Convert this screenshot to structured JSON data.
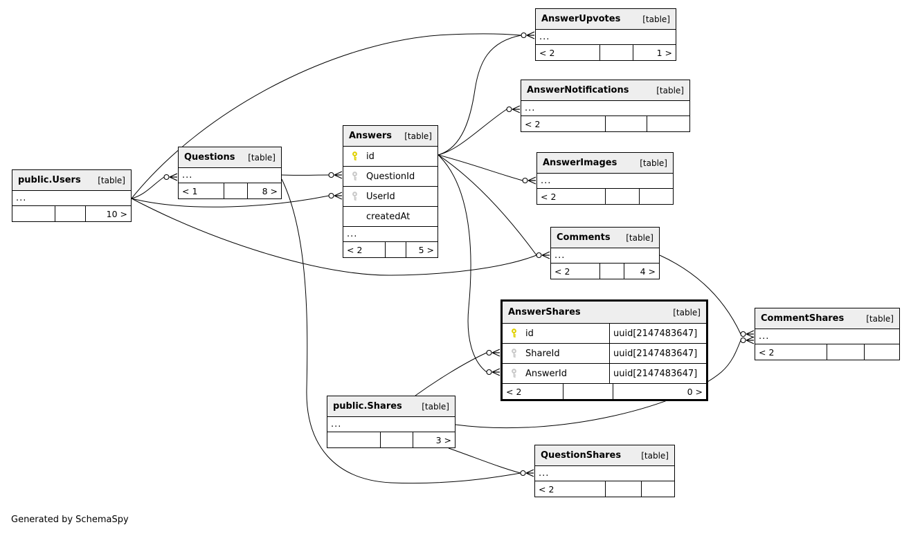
{
  "diagram": {
    "generator_note": "Generated by SchemaSpy",
    "tables": [
      {
        "id": "public_users",
        "name": "public.Users",
        "tag": "[table]",
        "emphasized": false,
        "rows": [
          {
            "name": "...",
            "icon": "none",
            "type": ""
          }
        ],
        "footer": [
          "",
          "",
          "10 >"
        ]
      },
      {
        "id": "questions",
        "name": "Questions",
        "tag": "[table]",
        "emphasized": false,
        "rows": [
          {
            "name": "...",
            "icon": "none",
            "type": ""
          }
        ],
        "footer": [
          "< 1",
          "",
          "8 >"
        ]
      },
      {
        "id": "answers",
        "name": "Answers",
        "tag": "[table]",
        "emphasized": false,
        "rows": [
          {
            "name": "id",
            "icon": "primary-key",
            "type": ""
          },
          {
            "name": "QuestionId",
            "icon": "foreign-key",
            "type": ""
          },
          {
            "name": "UserId",
            "icon": "foreign-key",
            "type": ""
          },
          {
            "name": "createdAt",
            "icon": "none",
            "type": ""
          },
          {
            "name": "...",
            "icon": "none",
            "type": ""
          }
        ],
        "footer": [
          "< 2",
          "",
          "5 >"
        ]
      },
      {
        "id": "answer_upvotes",
        "name": "AnswerUpvotes",
        "tag": "[table]",
        "emphasized": false,
        "rows": [
          {
            "name": "...",
            "icon": "none",
            "type": ""
          }
        ],
        "footer": [
          "< 2",
          "",
          "1 >"
        ]
      },
      {
        "id": "answer_notifications",
        "name": "AnswerNotifications",
        "tag": "[table]",
        "emphasized": false,
        "rows": [
          {
            "name": "...",
            "icon": "none",
            "type": ""
          }
        ],
        "footer": [
          "< 2",
          "",
          ""
        ]
      },
      {
        "id": "answer_images",
        "name": "AnswerImages",
        "tag": "[table]",
        "emphasized": false,
        "rows": [
          {
            "name": "...",
            "icon": "none",
            "type": ""
          }
        ],
        "footer": [
          "< 2",
          "",
          ""
        ]
      },
      {
        "id": "comments",
        "name": "Comments",
        "tag": "[table]",
        "emphasized": false,
        "rows": [
          {
            "name": "...",
            "icon": "none",
            "type": ""
          }
        ],
        "footer": [
          "< 2",
          "",
          "4 >"
        ]
      },
      {
        "id": "answer_shares",
        "name": "AnswerShares",
        "tag": "[table]",
        "emphasized": true,
        "rows": [
          {
            "name": "id",
            "icon": "primary-key",
            "type": "uuid[2147483647]"
          },
          {
            "name": "ShareId",
            "icon": "foreign-key",
            "type": "uuid[2147483647]"
          },
          {
            "name": "AnswerId",
            "icon": "foreign-key",
            "type": "uuid[2147483647]"
          }
        ],
        "footer": [
          "< 2",
          "",
          "0 >"
        ]
      },
      {
        "id": "comment_shares",
        "name": "CommentShares",
        "tag": "[table]",
        "emphasized": false,
        "rows": [
          {
            "name": "...",
            "icon": "none",
            "type": ""
          }
        ],
        "footer": [
          "< 2",
          "",
          ""
        ]
      },
      {
        "id": "public_shares",
        "name": "public.Shares",
        "tag": "[table]",
        "emphasized": false,
        "rows": [
          {
            "name": "...",
            "icon": "none",
            "type": ""
          }
        ],
        "footer": [
          "",
          "",
          "3 >"
        ]
      },
      {
        "id": "question_shares",
        "name": "QuestionShares",
        "tag": "[table]",
        "emphasized": false,
        "rows": [
          {
            "name": "...",
            "icon": "none",
            "type": ""
          }
        ],
        "footer": [
          "< 2",
          "",
          ""
        ]
      }
    ],
    "relationships": [
      {
        "parent": "public.Users",
        "child": "Questions"
      },
      {
        "parent": "public.Users",
        "child": "AnswerUpvotes"
      },
      {
        "parent": "public.Users",
        "child": "Answers",
        "child_column": "UserId"
      },
      {
        "parent": "public.Users",
        "child": "Comments"
      },
      {
        "parent": "Questions",
        "child": "Answers",
        "child_column": "QuestionId"
      },
      {
        "parent": "Questions",
        "child": "QuestionShares"
      },
      {
        "parent": "Answers",
        "child": "AnswerUpvotes"
      },
      {
        "parent": "Answers",
        "child": "AnswerNotifications"
      },
      {
        "parent": "Answers",
        "child": "AnswerImages"
      },
      {
        "parent": "Answers",
        "child": "Comments"
      },
      {
        "parent": "Answers",
        "child": "AnswerShares",
        "child_column": "AnswerId"
      },
      {
        "parent": "public.Shares",
        "child": "AnswerShares",
        "child_column": "ShareId"
      },
      {
        "parent": "public.Shares",
        "child": "CommentShares"
      },
      {
        "parent": "public.Shares",
        "child": "QuestionShares"
      },
      {
        "parent": "Comments",
        "child": "CommentShares"
      }
    ],
    "colors": {
      "header_fill": "#eeeeee",
      "primary_key_icon": "#e0d000",
      "foreign_key_icon": "#c9c9c9",
      "edge": "#000000",
      "emphasized_border": "#000000"
    }
  }
}
